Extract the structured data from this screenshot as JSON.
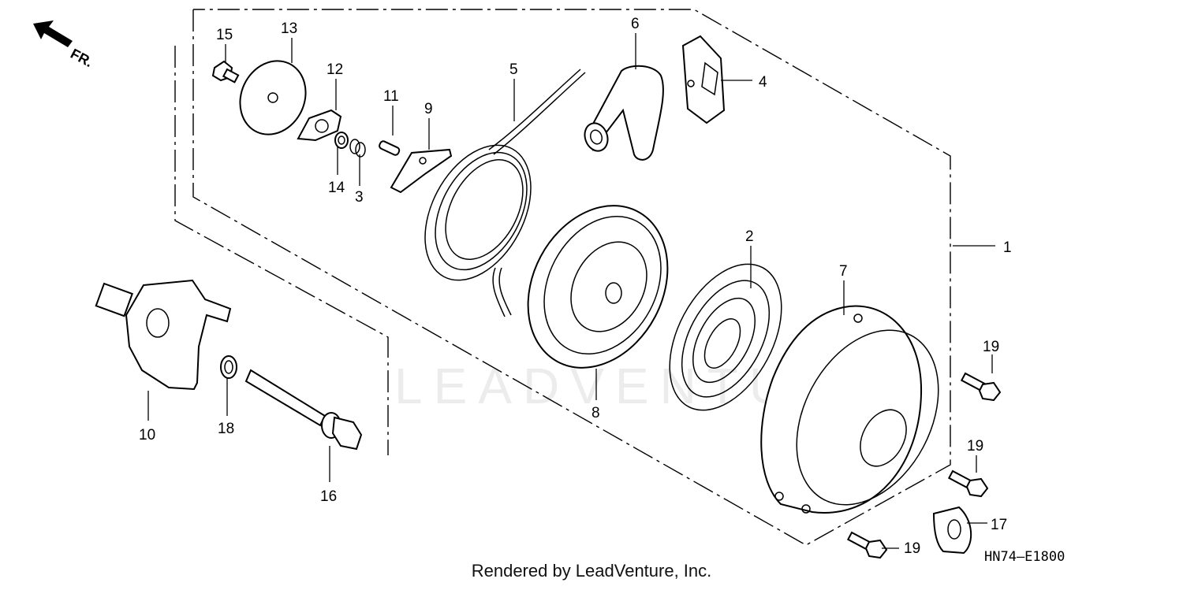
{
  "direction_label": "FR.",
  "watermark": "LEADVENTURE",
  "reference_code": "HN74—E1800",
  "footer": "Rendered by LeadVenture, Inc.",
  "callouts": {
    "c1": "1",
    "c2": "2",
    "c3": "3",
    "c4": "4",
    "c5": "5",
    "c6": "6",
    "c7": "7",
    "c8": "8",
    "c9": "9",
    "c10": "10",
    "c11": "11",
    "c12": "12",
    "c13": "13",
    "c14": "14",
    "c15": "15",
    "c16": "16",
    "c17": "17",
    "c18": "18",
    "c19a": "19",
    "c19b": "19",
    "c19c": "19"
  },
  "icons": [
    "front-direction-arrow-icon"
  ]
}
